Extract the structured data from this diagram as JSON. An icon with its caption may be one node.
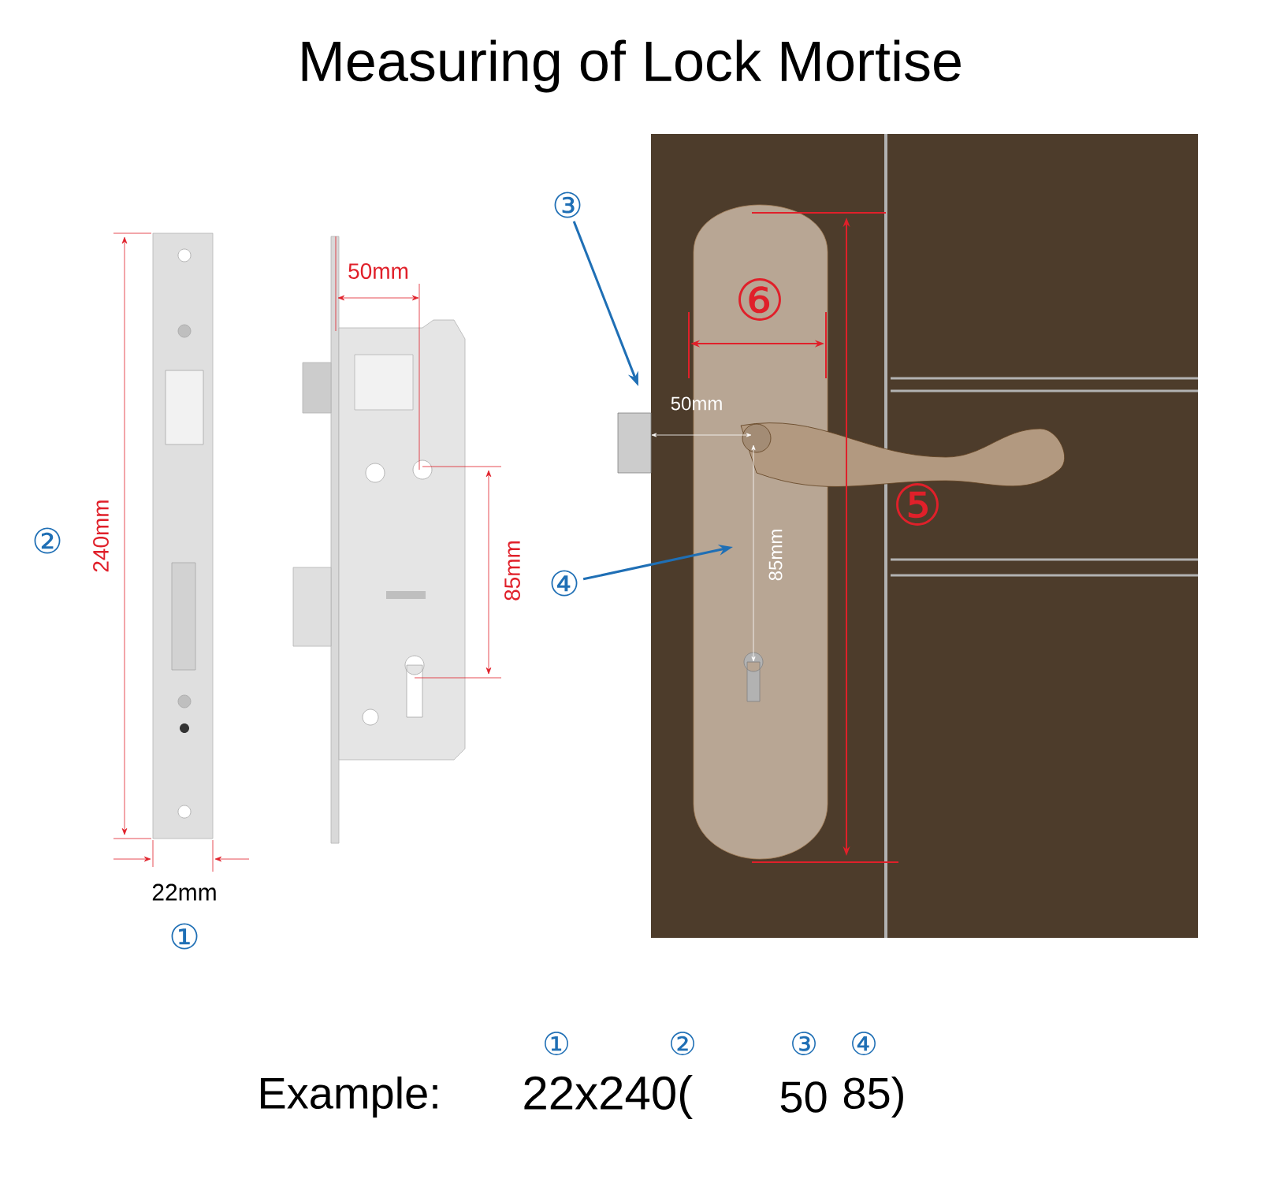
{
  "diagram": {
    "title": "Measuring of Lock Mortise",
    "nodes": [
      {
        "text": [
          "③"
        ]
      },
      {
        "text": [
          "④"
        ]
      }
    ],
    "edges": [
      {
        "from": 0,
        "to": null,
        "arrow": "to"
      },
      {
        "from": 1,
        "to": null,
        "arrow": "to"
      }
    ],
    "labels": [
      "240mm",
      "②",
      "22mm",
      "①",
      "50mm",
      "85mm",
      "⑥",
      "50mm",
      "85mm",
      "⑤",
      "①",
      "②",
      "③",
      "④",
      "Example:",
      "22x240(",
      "50",
      "85)"
    ]
  }
}
